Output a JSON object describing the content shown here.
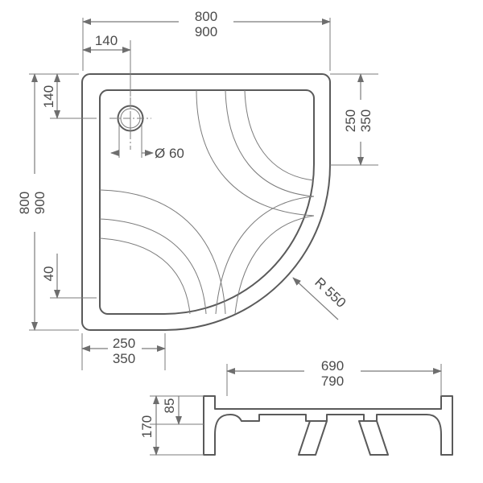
{
  "drawing": {
    "type": "technical-drawing",
    "subject": "quadrant-shower-tray",
    "views": [
      {
        "name": "plan-view",
        "label": ""
      },
      {
        "name": "section-view",
        "label": ""
      }
    ]
  },
  "plan_view": {
    "dimensions": {
      "top_overall": {
        "name": "overall-width",
        "primary": "800",
        "secondary": "900"
      },
      "top_offset": {
        "name": "drain-offset-x",
        "primary": "140",
        "secondary": ""
      },
      "left_offset": {
        "name": "drain-offset-y",
        "primary": "140",
        "secondary": ""
      },
      "left_overall": {
        "name": "overall-depth",
        "primary": "800",
        "secondary": "900"
      },
      "left_small": {
        "name": "flange-depth",
        "primary": "40",
        "secondary": ""
      },
      "right_vertical": {
        "name": "straight-edge-length-right",
        "primary": "250",
        "secondary": "350"
      },
      "bottom_horizontal": {
        "name": "straight-edge-length-bottom",
        "primary": "250",
        "secondary": "350"
      },
      "drain_diameter": {
        "name": "drain-diameter",
        "primary": "Ø 60",
        "secondary": ""
      },
      "corner_radius": {
        "name": "corner-radius",
        "primary": "R 550",
        "secondary": ""
      }
    }
  },
  "section_view": {
    "dimensions": {
      "width": {
        "name": "base-width",
        "primary": "690",
        "secondary": "790"
      },
      "upper_height": {
        "name": "upper-height",
        "primary": "85",
        "secondary": ""
      },
      "total_height": {
        "name": "total-height",
        "primary": "170",
        "secondary": ""
      }
    }
  },
  "style": {
    "line_color": "#5a5a5a",
    "thin_line_color": "#7b7b7b",
    "text_color": "#4a4a4a",
    "background": "#ffffff"
  }
}
